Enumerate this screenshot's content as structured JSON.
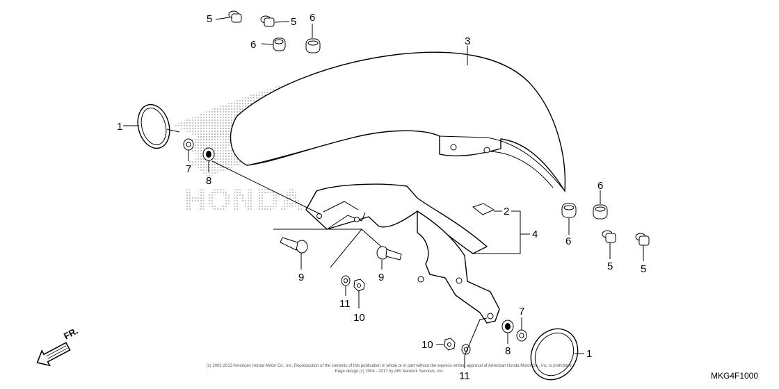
{
  "callouts": {
    "c1_left": "1",
    "c1_right": "1",
    "c2": "2",
    "c3": "3",
    "c4": "4",
    "c5_a": "5",
    "c5_b": "5",
    "c5_c": "5",
    "c5_d": "5",
    "c6_a": "6",
    "c6_b": "6",
    "c6_c": "6",
    "c6_d": "6",
    "c7_left": "7",
    "c7_right": "7",
    "c8_left": "8",
    "c8_right": "8",
    "c9_a": "9",
    "c9_b": "9",
    "c10_a": "10",
    "c10_b": "10",
    "c11_a": "11",
    "c11_b": "11"
  },
  "direction": {
    "label": "FR."
  },
  "watermark": {
    "brand": "HONDA"
  },
  "footer": {
    "copyright_line1": "(c) 2002-2013 American Honda Motor Co., Inc. Reproduction of the contents of this publication in whole or in part without the express written approval of American Honda Motor Co., Inc. is prohibited.",
    "copyright_line2": "Page design (c) 2004 - 2017 by ARI Network Services, Inc.",
    "diagram_code": "MKG4F1000"
  }
}
